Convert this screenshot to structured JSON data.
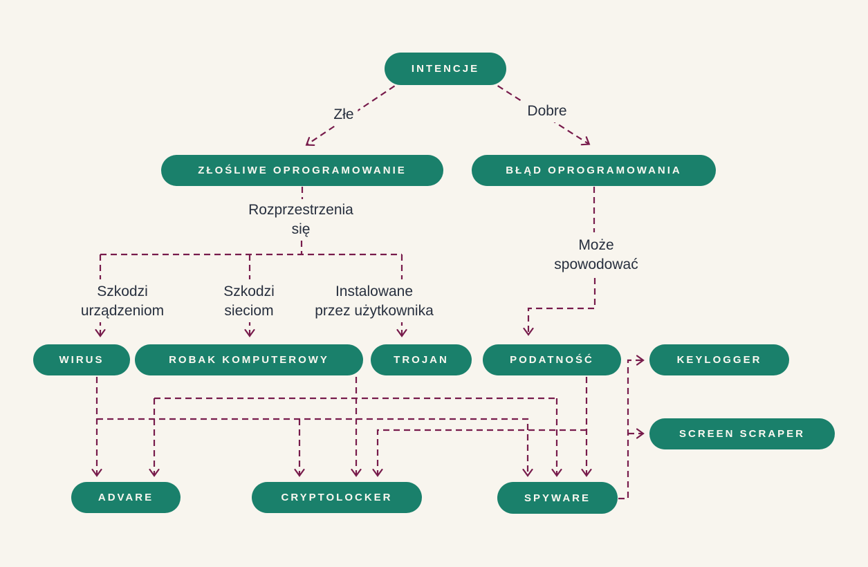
{
  "colors": {
    "background": "#F8F5EE",
    "node_fill": "#1A806B",
    "node_text": "#FAF8F1",
    "edge": "#771B4B",
    "label_text": "#272F3E"
  },
  "nodes": [
    {
      "id": "intencje",
      "label": "INTENCJE"
    },
    {
      "id": "zlosliwe-oprogramowanie",
      "label": "ZŁOŚLIWE OPROGRAMOWANIE"
    },
    {
      "id": "blad-oprogramowania",
      "label": "BŁĄD OPROGRAMOWANIA"
    },
    {
      "id": "wirus",
      "label": "WIRUS"
    },
    {
      "id": "robak-komputerowy",
      "label": "ROBAK KOMPUTEROWY"
    },
    {
      "id": "trojan",
      "label": "TROJAN"
    },
    {
      "id": "podatnosc",
      "label": "PODATNOŚĆ"
    },
    {
      "id": "keylogger",
      "label": "KEYLOGGER"
    },
    {
      "id": "screen-scraper",
      "label": "SCREEN SCRAPER"
    },
    {
      "id": "advare",
      "label": "ADVARE"
    },
    {
      "id": "cryptolocker",
      "label": "CRYPTOLOCKER"
    },
    {
      "id": "spyware",
      "label": "SPYWARE"
    }
  ],
  "edge_labels": {
    "zle": {
      "text": "Złe"
    },
    "dobre": {
      "text": "Dobre"
    },
    "rozprzestrzenia": {
      "line1": "Rozprzestrzenia",
      "line2": "się"
    },
    "szkodzi_urzadzeniom": {
      "line1": "Szkodzi",
      "line2": "urządzeniom"
    },
    "szkodzi_sieciom": {
      "line1": "Szkodzi",
      "line2": "sieciom"
    },
    "instalowane": {
      "line1": "Instalowane",
      "line2": "przez użytkownika"
    },
    "moze_spowodowac": {
      "line1": "Może",
      "line2": "spowodować"
    }
  },
  "connections": [
    {
      "from": "INTENCJE",
      "to": "ZŁOŚLIWE OPROGRAMOWANIE",
      "label": "Złe"
    },
    {
      "from": "INTENCJE",
      "to": "BŁĄD OPROGRAMOWANIA",
      "label": "Dobre"
    },
    {
      "from": "ZŁOŚLIWE OPROGRAMOWANIE",
      "to": "WIRUS",
      "label": "Rozprzestrzenia się — Szkodzi urządzeniom"
    },
    {
      "from": "ZŁOŚLIWE OPROGRAMOWANIE",
      "to": "ROBAK KOMPUTEROWY",
      "label": "Rozprzestrzenia się — Szkodzi sieciom"
    },
    {
      "from": "ZŁOŚLIWE OPROGRAMOWANIE",
      "to": "TROJAN",
      "label": "Rozprzestrzenia się — Instalowane przez użytkownika"
    },
    {
      "from": "BŁĄD OPROGRAMOWANIA",
      "to": "PODATNOŚĆ",
      "label": "Może spowodować"
    },
    {
      "from": "WIRUS",
      "to": "ADVARE",
      "label": ""
    },
    {
      "from": "WIRUS",
      "to": "CRYPTOLOCKER",
      "label": ""
    },
    {
      "from": "WIRUS",
      "to": "SPYWARE",
      "label": ""
    },
    {
      "from": "ROBAK KOMPUTEROWY",
      "to": "ADVARE",
      "label": ""
    },
    {
      "from": "ROBAK KOMPUTEROWY",
      "to": "CRYPTOLOCKER",
      "label": ""
    },
    {
      "from": "ROBAK KOMPUTEROWY",
      "to": "SPYWARE",
      "label": ""
    },
    {
      "from": "PODATNOŚĆ",
      "to": "CRYPTOLOCKER",
      "label": ""
    },
    {
      "from": "PODATNOŚĆ",
      "to": "SPYWARE",
      "label": ""
    },
    {
      "from": "SPYWARE",
      "to": "KEYLOGGER",
      "label": ""
    },
    {
      "from": "SPYWARE",
      "to": "SCREEN SCRAPER",
      "label": ""
    }
  ]
}
